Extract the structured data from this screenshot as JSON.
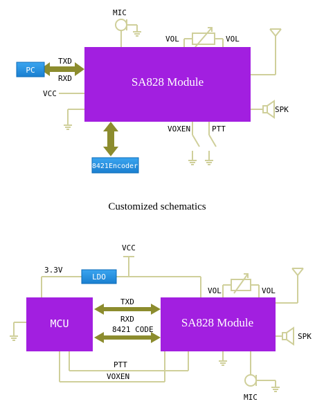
{
  "diagram1": {
    "module_label": "SA828 Module",
    "pc_label": "PC",
    "txd_label": "TXD",
    "rxd_label": "RXD",
    "vcc_label": "VCC",
    "mic_label": "MIC",
    "vol_left_label": "VOL",
    "vol_right_label": "VOL",
    "spk_label": "SPK",
    "voxen_label": "VOXEN",
    "ptt_label": "PTT",
    "encoder_label": "8421Encoder"
  },
  "caption": "Customized schematics",
  "diagram2": {
    "vcc_label": "VCC",
    "v33_label": "3.3V",
    "ldo_label": "LDO",
    "mcu_label": "MCU",
    "module_label": "SA828 Module",
    "txd_label": "TXD",
    "rxd_label": "RXD",
    "code_label": "8421 CODE",
    "vol_left_label": "VOL",
    "vol_right_label": "VOL",
    "spk_label": "SPK",
    "ptt_label": "PTT",
    "voxen_label": "VOXEN",
    "mic_label": "MIC"
  },
  "colors": {
    "module": "#a21fe0",
    "wire": "#cfcf9a",
    "arrow": "#8c8c2e",
    "blue_box": "#1a8fe0"
  }
}
